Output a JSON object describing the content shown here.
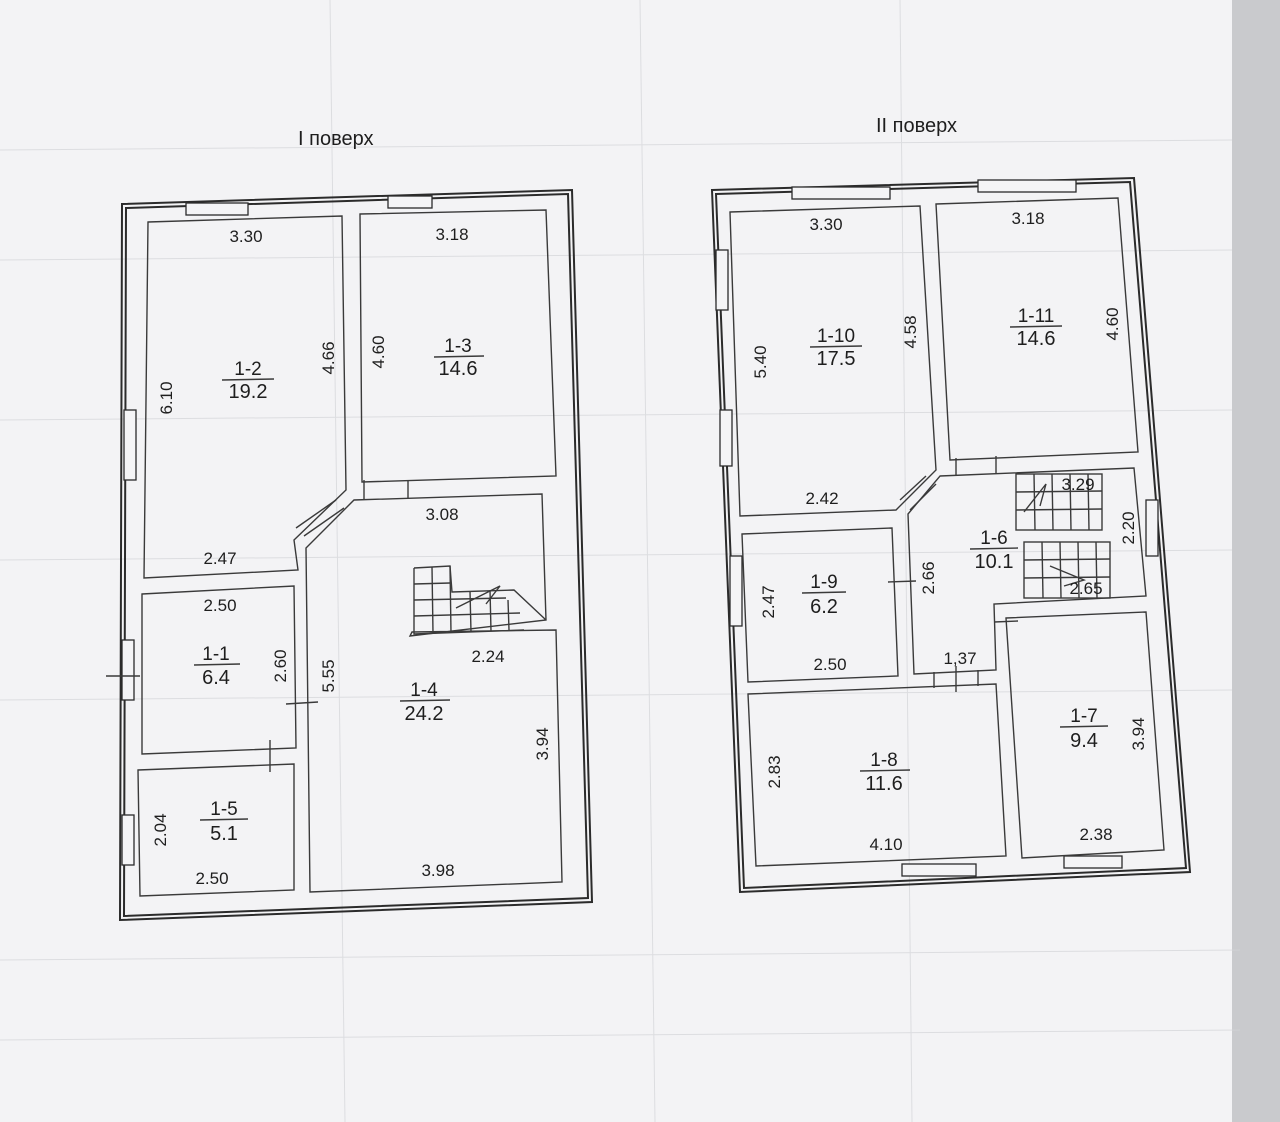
{
  "floor1": {
    "title": "I поверх",
    "rooms": [
      {
        "id": "1-2",
        "area": "19.2"
      },
      {
        "id": "1-3",
        "area": "14.6"
      },
      {
        "id": "1-1",
        "area": "6.4"
      },
      {
        "id": "1-4",
        "area": "24.2"
      },
      {
        "id": "1-5",
        "area": "5.1"
      }
    ],
    "dims": [
      "3.30",
      "3.18",
      "6.10",
      "4.66",
      "4.60",
      "3.08",
      "2.47",
      "2.50",
      "2.60",
      "5.55",
      "2.24",
      "3.94",
      "2.04",
      "2.50",
      "3.98"
    ]
  },
  "floor2": {
    "title": "II поверх",
    "rooms": [
      {
        "id": "1-10",
        "area": "17.5"
      },
      {
        "id": "1-11",
        "area": "14.6"
      },
      {
        "id": "1-6",
        "area": "10.1"
      },
      {
        "id": "1-9",
        "area": "6.2"
      },
      {
        "id": "1-7",
        "area": "9.4"
      },
      {
        "id": "1-8",
        "area": "11.6"
      }
    ],
    "dims": [
      "3.30",
      "3.18",
      "5.40",
      "4.58",
      "4.60",
      "2.42",
      "3.29",
      "2.20",
      "2.66",
      "2.65",
      "2.47",
      "2.50",
      "1,37",
      "3.94",
      "2.83",
      "4.10",
      "2.38"
    ]
  }
}
